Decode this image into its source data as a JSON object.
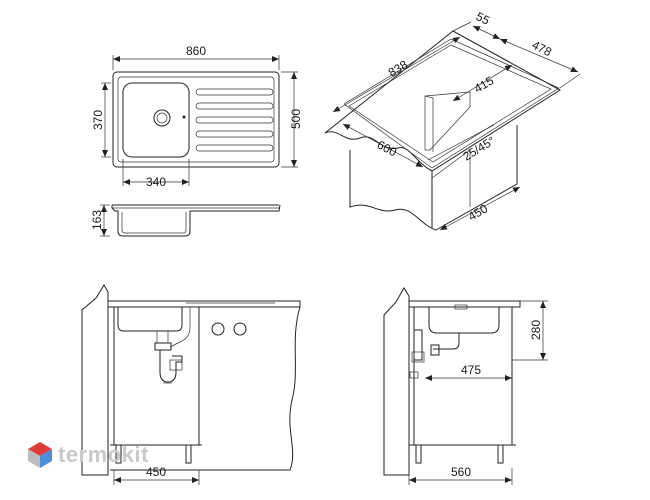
{
  "top_view": {
    "width_dim": "860",
    "depth_dim": "500",
    "bowl_depth_dim": "370",
    "bowl_width_dim": "340"
  },
  "side_view": {
    "height_dim": "163"
  },
  "iso_view": {
    "dim_55": "55",
    "dim_478": "478",
    "dim_838": "838",
    "dim_415": "415",
    "dim_600": "600",
    "dim_corner": "25/45°",
    "dim_450": "450"
  },
  "install_left": {
    "cabinet_dim": "450"
  },
  "install_right": {
    "depth_dim": "280",
    "offset_dim": "475",
    "cabinet_dim": "560"
  },
  "watermark": {
    "text": "termokit",
    "colors": [
      "#e03a3a",
      "#4a8fd8",
      "#bdbdbd"
    ]
  }
}
